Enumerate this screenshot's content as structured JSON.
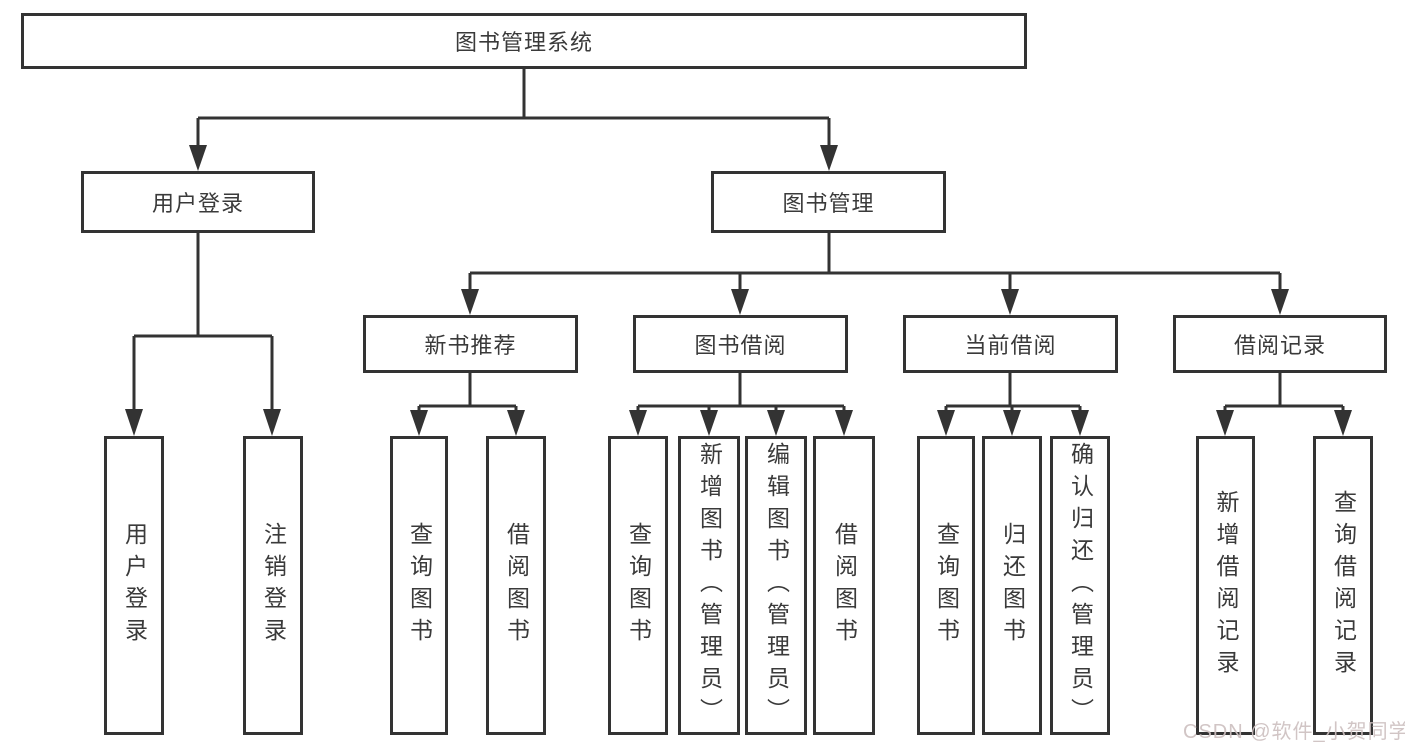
{
  "diagram": {
    "root": {
      "label": "图书管理系统"
    },
    "level2": [
      {
        "label": "用户登录"
      },
      {
        "label": "图书管理"
      }
    ],
    "level3": [
      {
        "label": "新书推荐"
      },
      {
        "label": "图书借阅"
      },
      {
        "label": "当前借阅"
      },
      {
        "label": "借阅记录"
      }
    ],
    "leaves": {
      "user_login": [
        "用户登录",
        "注销登录"
      ],
      "new_books": [
        "查询图书",
        "借阅图书"
      ],
      "book_borrow": [
        "查询图书",
        "新增图书（管理员）",
        "编辑图书（管理员）",
        "借阅图书"
      ],
      "current_borrow": [
        "查询图书",
        "归还图书",
        "确认归还（管理员）"
      ],
      "borrow_records": [
        "新增借阅记录",
        "查询借阅记录"
      ]
    },
    "colors": {
      "line": "#333333",
      "text": "#3a3a3a",
      "background": "#ffffff"
    }
  },
  "watermark": {
    "text": "CSDN @软件_小贺同学",
    "color": "#cdc0c0"
  }
}
